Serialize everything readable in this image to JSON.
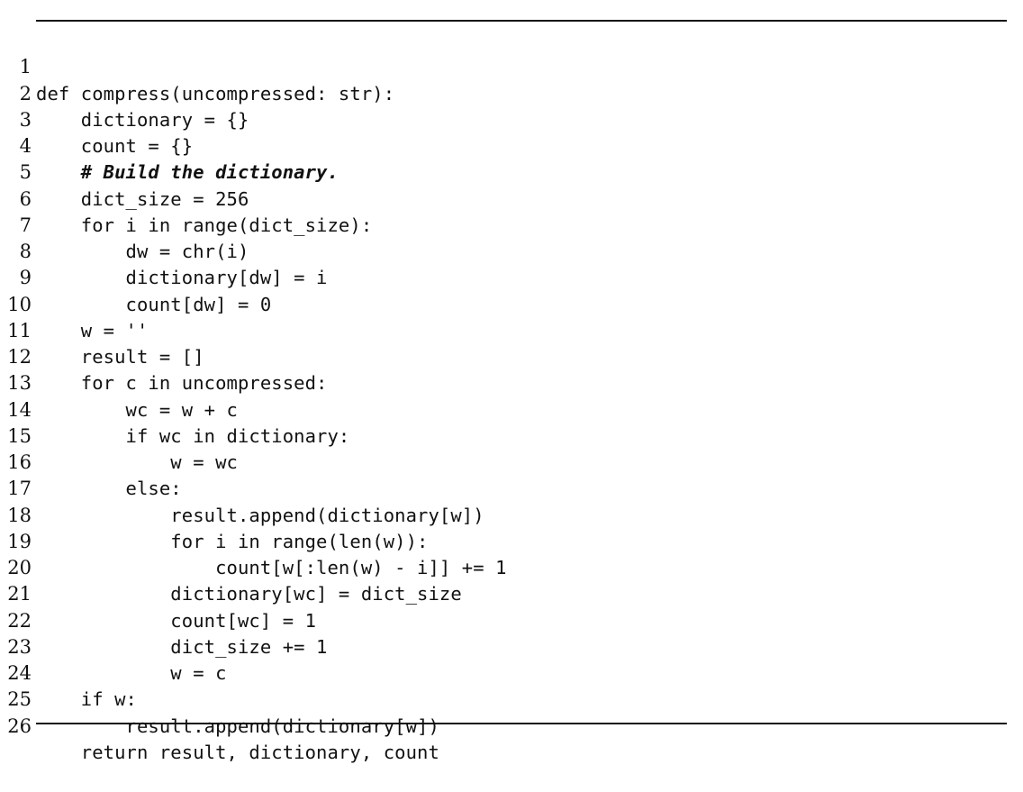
{
  "listing": {
    "lines": [
      {
        "number": "1",
        "code": "def compress(uncompressed: str):",
        "comment": false
      },
      {
        "number": "2",
        "code": "    dictionary = {}",
        "comment": false
      },
      {
        "number": "3",
        "code": "    count = {}",
        "comment": false
      },
      {
        "number": "4",
        "code": "    # Build the dictionary.",
        "comment": true
      },
      {
        "number": "5",
        "code": "    dict_size = 256",
        "comment": false
      },
      {
        "number": "6",
        "code": "    for i in range(dict_size):",
        "comment": false
      },
      {
        "number": "7",
        "code": "        dw = chr(i)",
        "comment": false
      },
      {
        "number": "8",
        "code": "        dictionary[dw] = i",
        "comment": false
      },
      {
        "number": "9",
        "code": "        count[dw] = 0",
        "comment": false
      },
      {
        "number": "10",
        "code": "    w = ''",
        "comment": false
      },
      {
        "number": "11",
        "code": "    result = []",
        "comment": false
      },
      {
        "number": "12",
        "code": "    for c in uncompressed:",
        "comment": false
      },
      {
        "number": "13",
        "code": "        wc = w + c",
        "comment": false
      },
      {
        "number": "14",
        "code": "        if wc in dictionary:",
        "comment": false
      },
      {
        "number": "15",
        "code": "            w = wc",
        "comment": false
      },
      {
        "number": "16",
        "code": "        else:",
        "comment": false
      },
      {
        "number": "17",
        "code": "            result.append(dictionary[w])",
        "comment": false
      },
      {
        "number": "18",
        "code": "            for i in range(len(w)):",
        "comment": false
      },
      {
        "number": "19",
        "code": "                count[w[:len(w) - i]] += 1",
        "comment": false
      },
      {
        "number": "20",
        "code": "            dictionary[wc] = dict_size",
        "comment": false
      },
      {
        "number": "21",
        "code": "            count[wc] = 1",
        "comment": false
      },
      {
        "number": "22",
        "code": "            dict_size += 1",
        "comment": false
      },
      {
        "number": "23",
        "code": "            w = c",
        "comment": false
      },
      {
        "number": "24",
        "code": "    if w:",
        "comment": false
      },
      {
        "number": "25",
        "code": "        result.append(dictionary[w])",
        "comment": false
      },
      {
        "number": "26",
        "code": "    return result, dictionary, count",
        "comment": false
      }
    ]
  },
  "colors": {
    "text": "#111111",
    "rule": "#111111",
    "background": "#ffffff"
  }
}
